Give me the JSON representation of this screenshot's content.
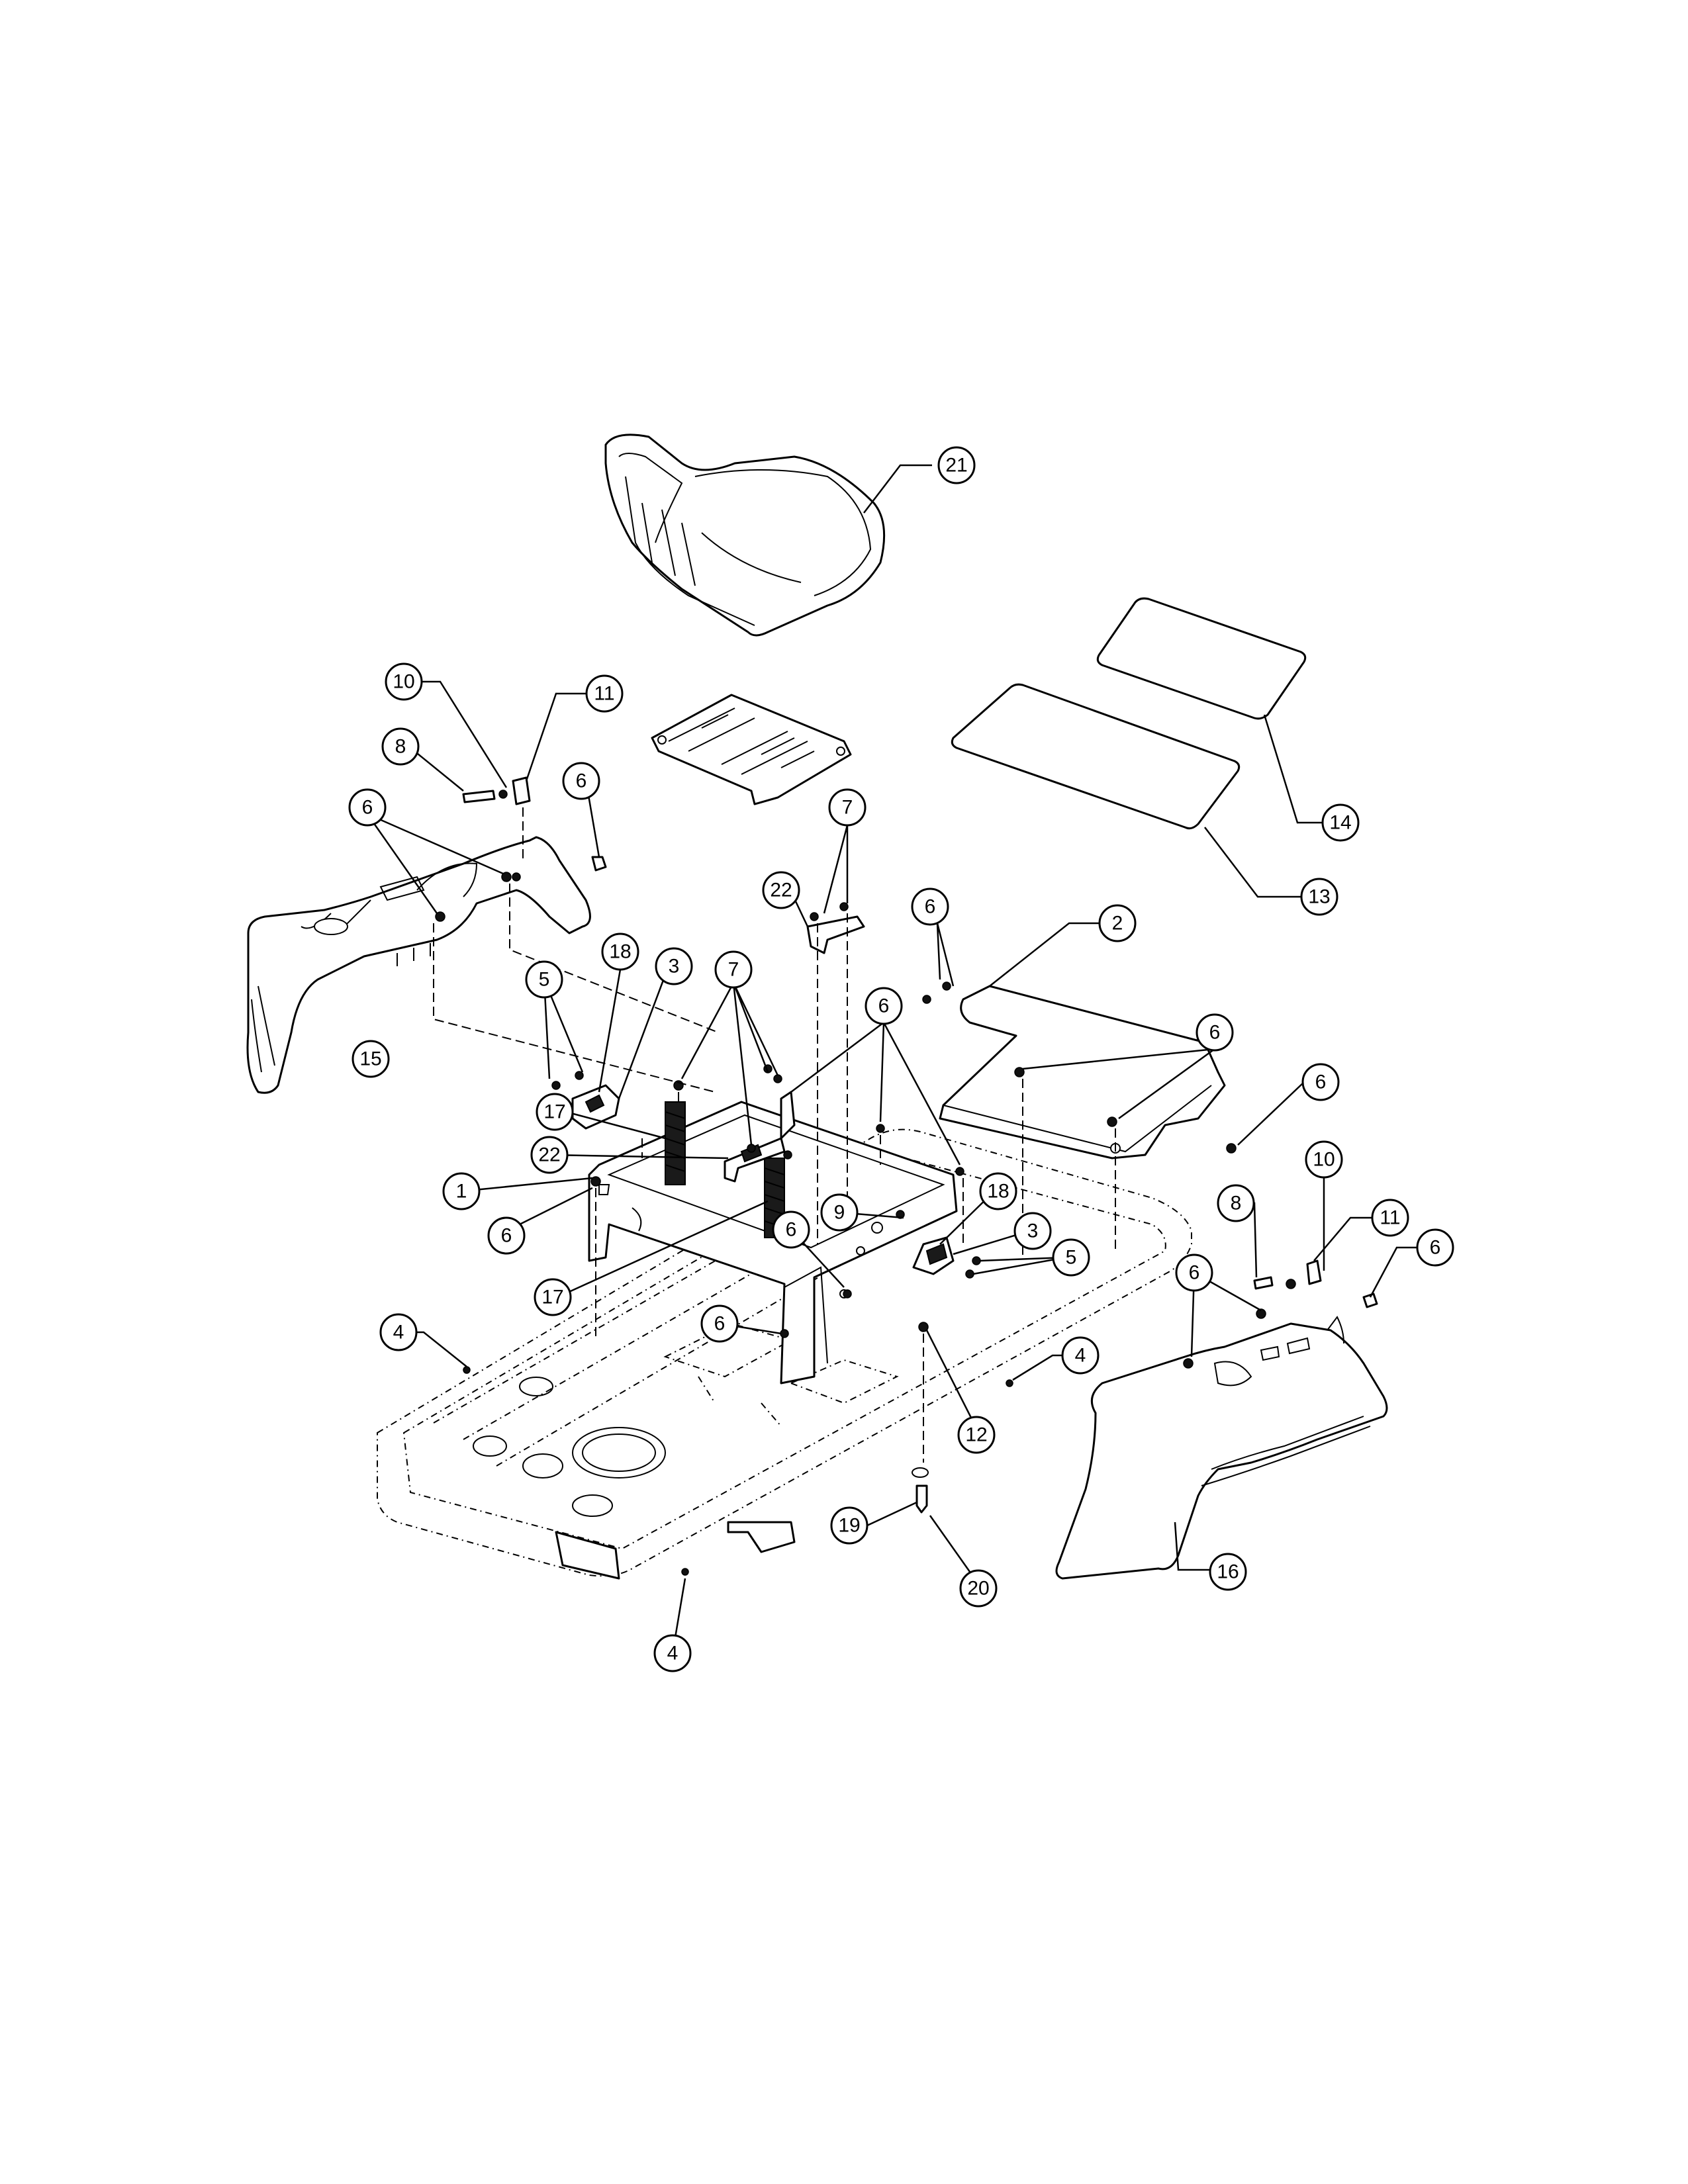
{
  "callouts": [
    {
      "id": "21",
      "label": "21"
    },
    {
      "id": "10a",
      "label": "10"
    },
    {
      "id": "11a",
      "label": "11"
    },
    {
      "id": "8a",
      "label": "8"
    },
    {
      "id": "6a",
      "label": "6"
    },
    {
      "id": "6b",
      "label": "6"
    },
    {
      "id": "14",
      "label": "14"
    },
    {
      "id": "13",
      "label": "13"
    },
    {
      "id": "7a",
      "label": "7"
    },
    {
      "id": "22a",
      "label": "22"
    },
    {
      "id": "6c",
      "label": "6"
    },
    {
      "id": "2",
      "label": "2"
    },
    {
      "id": "18a",
      "label": "18"
    },
    {
      "id": "3a",
      "label": "3"
    },
    {
      "id": "5a",
      "label": "5"
    },
    {
      "id": "7b",
      "label": "7"
    },
    {
      "id": "6d",
      "label": "6"
    },
    {
      "id": "6e",
      "label": "6"
    },
    {
      "id": "15",
      "label": "15"
    },
    {
      "id": "6f",
      "label": "6"
    },
    {
      "id": "17a",
      "label": "17"
    },
    {
      "id": "22b",
      "label": "22"
    },
    {
      "id": "1",
      "label": "1"
    },
    {
      "id": "6g",
      "label": "6"
    },
    {
      "id": "17b",
      "label": "17"
    },
    {
      "id": "18b",
      "label": "18"
    },
    {
      "id": "9",
      "label": "9"
    },
    {
      "id": "3b",
      "label": "3"
    },
    {
      "id": "6h",
      "label": "6"
    },
    {
      "id": "5b",
      "label": "5"
    },
    {
      "id": "10b",
      "label": "10"
    },
    {
      "id": "8b",
      "label": "8"
    },
    {
      "id": "11b",
      "label": "11"
    },
    {
      "id": "6i",
      "label": "6"
    },
    {
      "id": "6j",
      "label": "6"
    },
    {
      "id": "4a",
      "label": "4"
    },
    {
      "id": "6k",
      "label": "6"
    },
    {
      "id": "4b",
      "label": "4"
    },
    {
      "id": "12",
      "label": "12"
    },
    {
      "id": "19",
      "label": "19"
    },
    {
      "id": "20",
      "label": "20"
    },
    {
      "id": "16",
      "label": "16"
    },
    {
      "id": "4c",
      "label": "4"
    }
  ]
}
